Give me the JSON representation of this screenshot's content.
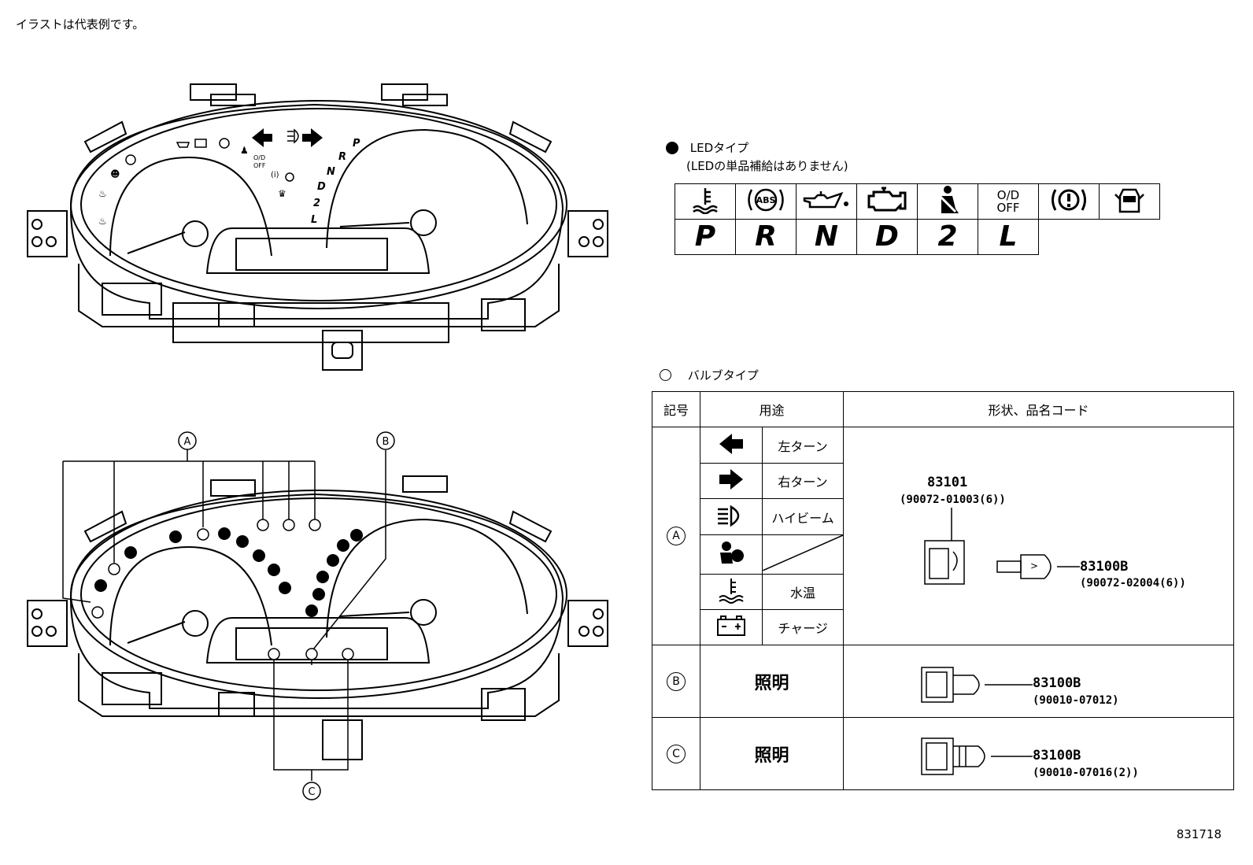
{
  "note": "イラストは代表例です。",
  "footer_code": "831718",
  "led_legend": {
    "title": "LEDタイプ",
    "subtitle": "(LEDの単品補給はありません)",
    "icons": [
      "water-temp-icon",
      "abs-icon",
      "oil-pressure-icon",
      "check-engine-icon",
      "seatbelt-icon",
      "od-off-icon",
      "brake-icon",
      "door-ajar-icon"
    ],
    "od_off_line1": "O/D",
    "od_off_line2": "OFF",
    "abs_text": "ABS",
    "gears": [
      "P",
      "R",
      "N",
      "D",
      "2",
      "L"
    ]
  },
  "bulb_legend": {
    "title": "バルブタイプ"
  },
  "diagram": {
    "callout_a": "A",
    "callout_b": "B",
    "callout_c": "C",
    "gear_letters": [
      "P",
      "R",
      "N",
      "D",
      "2",
      "L"
    ],
    "od_small": "O/D OFF"
  },
  "bulb_table": {
    "headers": {
      "symbol": "記号",
      "usage": "用途",
      "shape": "形状、品名コード"
    },
    "rows": [
      {
        "symbol": "A",
        "items": [
          {
            "icon": "left-turn-icon",
            "label": "左ターン"
          },
          {
            "icon": "right-turn-icon",
            "label": "右ターン"
          },
          {
            "icon": "high-beam-icon",
            "label": "ハイビーム"
          },
          {
            "icon": "airbag-icon",
            "label": ""
          },
          {
            "icon": "water-temp-icon",
            "label": "水温"
          },
          {
            "icon": "battery-icon",
            "label": "チャージ"
          }
        ],
        "part_socket": "83101",
        "part_socket_code": "(90072-01003(6))",
        "part_bulb": "83100B",
        "part_bulb_code": "(90072-02004(6))"
      },
      {
        "symbol": "B",
        "usage": "照明",
        "part": "83100B",
        "part_code": "(90010-07012)"
      },
      {
        "symbol": "C",
        "usage": "照明",
        "part": "83100B",
        "part_code": "(90010-07016(2))"
      }
    ]
  }
}
